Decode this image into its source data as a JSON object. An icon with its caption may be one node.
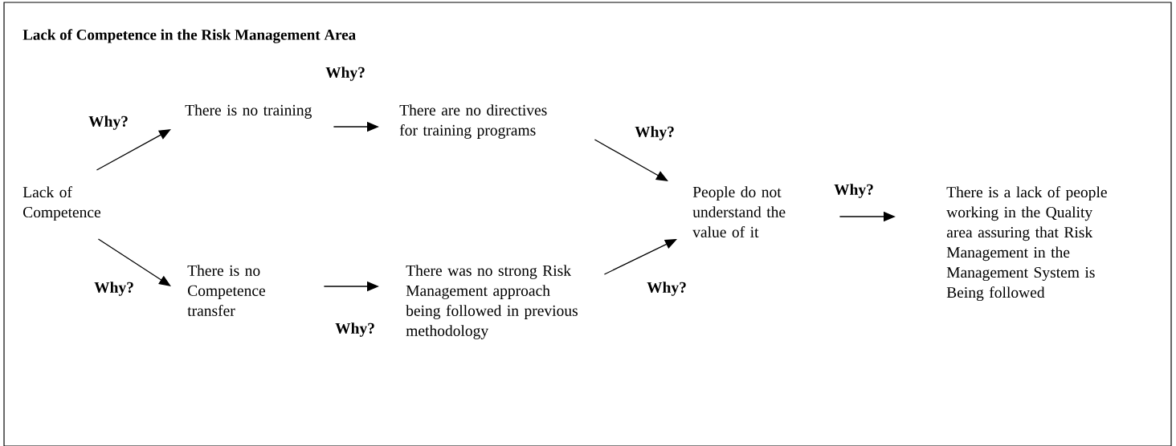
{
  "diagram": {
    "title": "Lack of Competence in the Risk Management Area",
    "nodes": [
      {
        "text": [
          "Lack of Competence"
        ]
      },
      {
        "text": [
          "There is no training"
        ]
      },
      {
        "text": [
          "There are no directives for training programs"
        ]
      },
      {
        "text": [
          "There is no Competence transfer"
        ]
      },
      {
        "text": [
          "There was no strong Risk Management approach being followed in previous methodology"
        ]
      },
      {
        "text": [
          "People do not understand the value of it"
        ]
      },
      {
        "text": [
          "There is a lack of people working in the Quality area assuring that Risk Management in the Management System is Being followed"
        ]
      }
    ],
    "edges": [
      {
        "from": 0,
        "to": 1,
        "arrow": "to",
        "label": "Why?"
      },
      {
        "from": 0,
        "to": 3,
        "arrow": "to",
        "label": "Why?"
      },
      {
        "from": 1,
        "to": 2,
        "arrow": "to",
        "label": "Why?"
      },
      {
        "from": 3,
        "to": 4,
        "arrow": "to",
        "label": "Why?"
      },
      {
        "from": 2,
        "to": 5,
        "arrow": "to",
        "label": "Why?"
      },
      {
        "from": 4,
        "to": 5,
        "arrow": "to",
        "label": "Why?"
      },
      {
        "from": 5,
        "to": 6,
        "arrow": "to",
        "label": "Why?"
      }
    ]
  }
}
